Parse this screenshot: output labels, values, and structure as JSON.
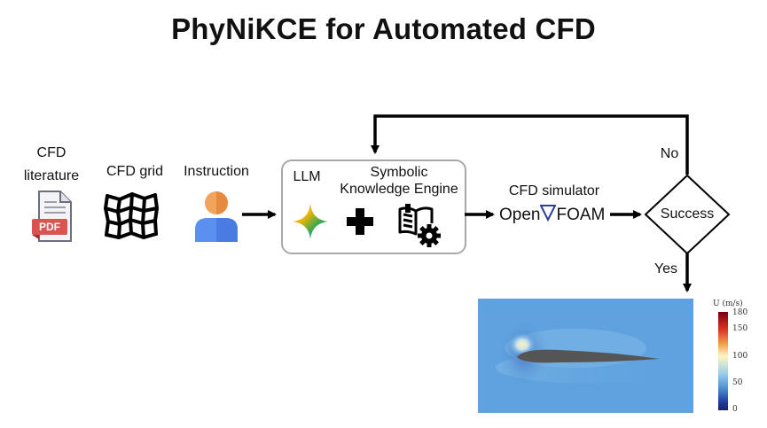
{
  "title": "PhyNiKCE for Automated CFD",
  "inputs": {
    "literature_label": [
      "CFD",
      "literature"
    ],
    "pdf_tag": "PDF",
    "grid_label": "CFD grid",
    "instruction_label": "Instruction"
  },
  "engine_box": {
    "llm_label": "LLM",
    "ske_label": [
      "Symbolic",
      "Knowledge Engine"
    ]
  },
  "simulator": {
    "label": "CFD simulator",
    "brand_left": "Open",
    "brand_right": "FOAM"
  },
  "decision": {
    "label": "Success",
    "no_label": "No",
    "yes_label": "Yes"
  },
  "result_plot": {
    "colorbar_title": "U (m/s)",
    "colorbar_ticks": [
      180,
      150,
      100,
      50,
      0
    ],
    "colorbar_range": [
      0,
      180
    ]
  },
  "colors": {
    "arrow": "#000000",
    "box_border": "#a8a8a8",
    "pdf_red": "#d9534f",
    "user_orange": "#f2a35e",
    "user_blue": "#5b8ff0",
    "openfoam_blue": "#2b3f9e",
    "field_base": "#5fa2df",
    "airfoil": "#555555"
  }
}
